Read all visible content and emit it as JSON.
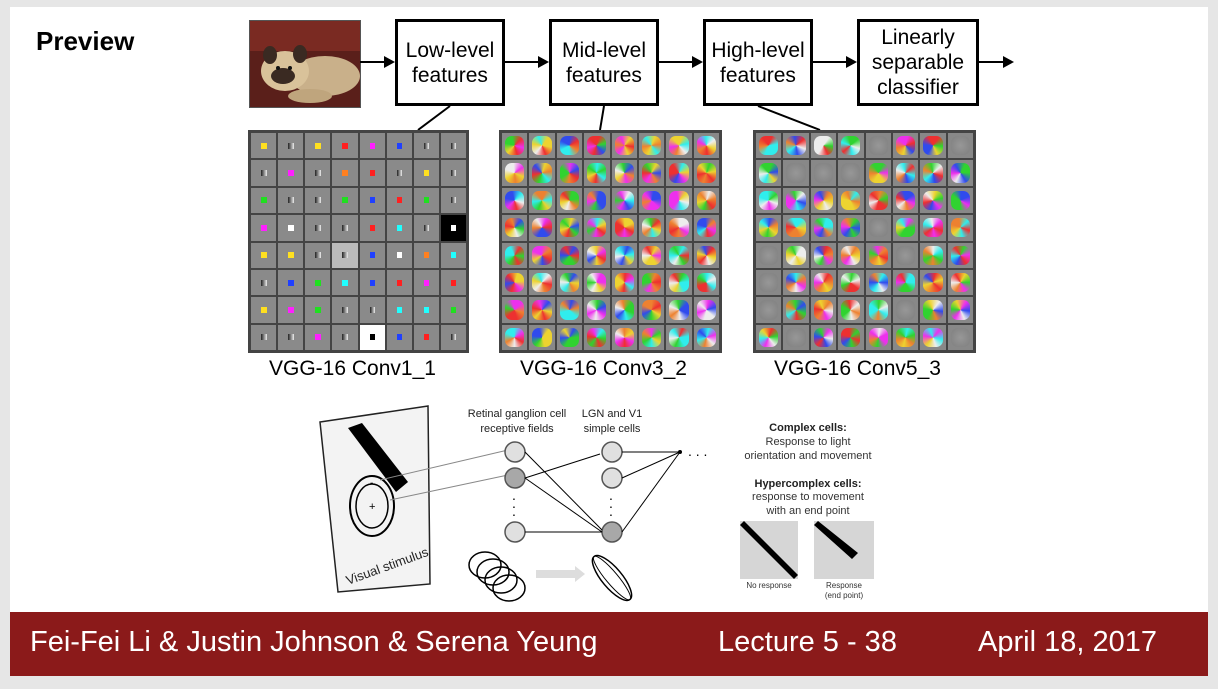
{
  "slide": {
    "title": "Preview"
  },
  "pipeline": [
    {
      "line1": "Low-level",
      "line2": "features",
      "line3": ""
    },
    {
      "line1": "Mid-level",
      "line2": "features",
      "line3": ""
    },
    {
      "line1": "High-level",
      "line2": "features",
      "line3": ""
    },
    {
      "line1": "Linearly",
      "line2": "separable",
      "line3": "classifier"
    }
  ],
  "filter_grids": [
    {
      "label": "VGG-16 Conv1_1"
    },
    {
      "label": "VGG-16 Conv3_2"
    },
    {
      "label": "VGG-16 Conv5_3"
    }
  ],
  "hubel_diagram": {
    "retinal_label_1": "Retinal ganglion cell",
    "retinal_label_2": "receptive fields",
    "lgn_label_1": "LGN and V1",
    "lgn_label_2": "simple cells",
    "visual_stimulus": "Visual stimulus",
    "complex_title": "Complex cells:",
    "complex_desc_1": "Response to light",
    "complex_desc_2": "orientation and movement",
    "hyper_title": "Hypercomplex cells:",
    "hyper_desc_1": "response to movement",
    "hyper_desc_2": "with an end point",
    "no_response": "No response",
    "response_1": "Response",
    "response_2": "(end point)"
  },
  "footer": {
    "authors": "Fei-Fei Li & Justin Johnson & Serena Yeung",
    "lecture": "Lecture 5 - 38",
    "date": "April 18, 2017",
    "color": "#8b1a1a"
  }
}
